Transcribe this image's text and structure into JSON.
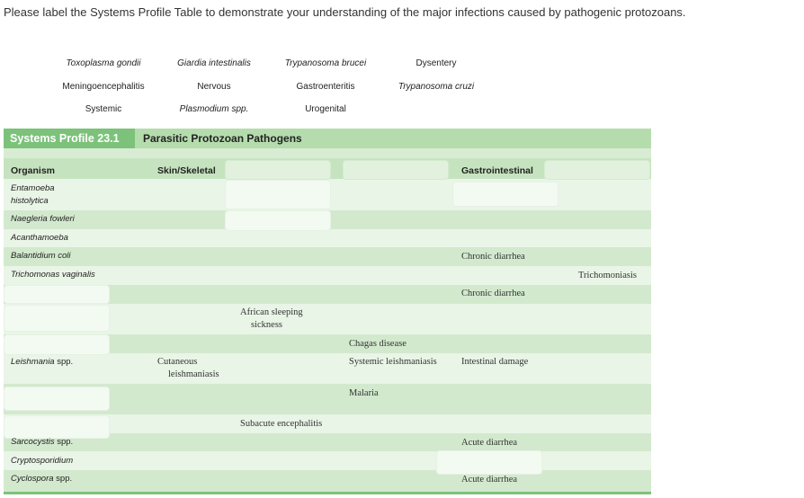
{
  "instruction": "Please label the Systems Profile Table to demonstrate your understanding of the major infections caused by pathogenic protozoans.",
  "label_bank": [
    {
      "text": "Toxoplasma gondii",
      "italic": true
    },
    {
      "text": "Giardia intestinalis",
      "italic": true
    },
    {
      "text": "Trypanosoma brucei",
      "italic": true
    },
    {
      "text": "Dysentery",
      "italic": false
    },
    {
      "text": "Meningoencephalitis",
      "italic": false
    },
    {
      "text": "Nervous",
      "italic": false
    },
    {
      "text": "Gastroenteritis",
      "italic": false
    },
    {
      "text": "Trypanosoma cruzi",
      "italic": true
    },
    {
      "text": "Systemic",
      "italic": false
    },
    {
      "text": "Plasmodium spp.",
      "italic": true
    },
    {
      "text": "Urogenital",
      "italic": false
    }
  ],
  "profile": {
    "tag": "Systems Profile 23.1",
    "title": "Parasitic Protozoan Pathogens"
  },
  "table": {
    "headers": {
      "organism": "Organism",
      "skin": "Skin/Skeletal",
      "gastro": "Gastrointestinal"
    },
    "rows": [
      {
        "organism": "Entamoeba histolytica",
        "organism_lines": [
          "Entamoeba",
          "histolytica"
        ],
        "italic": true
      },
      {
        "organism": "Naegleria fowleri",
        "italic": true
      },
      {
        "organism": "Acanthamoeba",
        "italic": true
      },
      {
        "organism": "Balantidium coli",
        "italic": true,
        "gastro": "Chronic diarrhea"
      },
      {
        "organism": "Trichomonas vaginalis",
        "italic": true,
        "last": "Trichomoniasis"
      },
      {
        "organism": "",
        "gastro": "Chronic diarrhea"
      },
      {
        "organism": "",
        "nervous": "African sleeping sickness",
        "nervous_lines": [
          "African sleeping",
          "sickness"
        ]
      },
      {
        "organism": "",
        "systemic": "Chagas disease"
      },
      {
        "organism": "Leishmania spp.",
        "italic_part": "Leishmania",
        "plain_part": " spp.",
        "skin": "Cutaneous leishmaniasis",
        "skin_lines": [
          "Cutaneous",
          "leishmaniasis"
        ],
        "systemic": "Systemic leishmaniasis",
        "gastro": "Intestinal damage"
      },
      {
        "organism": "",
        "systemic": "Malaria"
      },
      {
        "organism": "",
        "nervous": "Subacute encephalitis"
      },
      {
        "organism": "Sarcocystis spp.",
        "italic_part": "Sarcocystis",
        "plain_part": " spp.",
        "gastro": "Acute diarrhea"
      },
      {
        "organism": "Cryptosporidium",
        "italic": true
      },
      {
        "organism": "Cyclospora spp.",
        "italic_part": "Cyclospora",
        "plain_part": " spp.",
        "gastro": "Acute diarrhea"
      }
    ]
  }
}
